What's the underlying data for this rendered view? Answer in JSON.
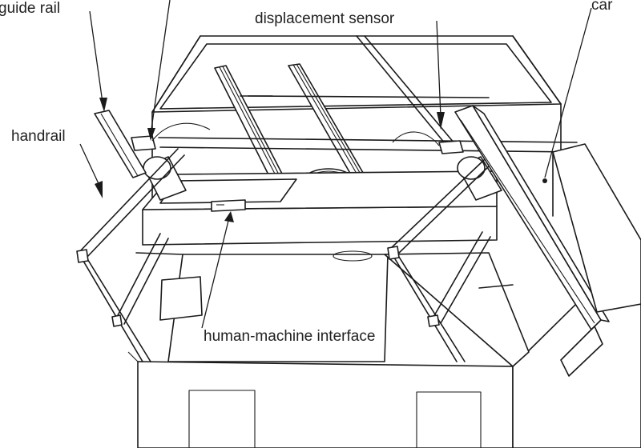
{
  "labels": {
    "guide_rail": "guide rail",
    "top_center_partial": "",
    "displacement_sensor": "displacement sensor",
    "car": "car",
    "handrail": "handrail",
    "human_machine_interface": "human-machine interface"
  },
  "colors": {
    "line": "#1a1a1a",
    "background": "#ffffff",
    "text": "#222222"
  }
}
